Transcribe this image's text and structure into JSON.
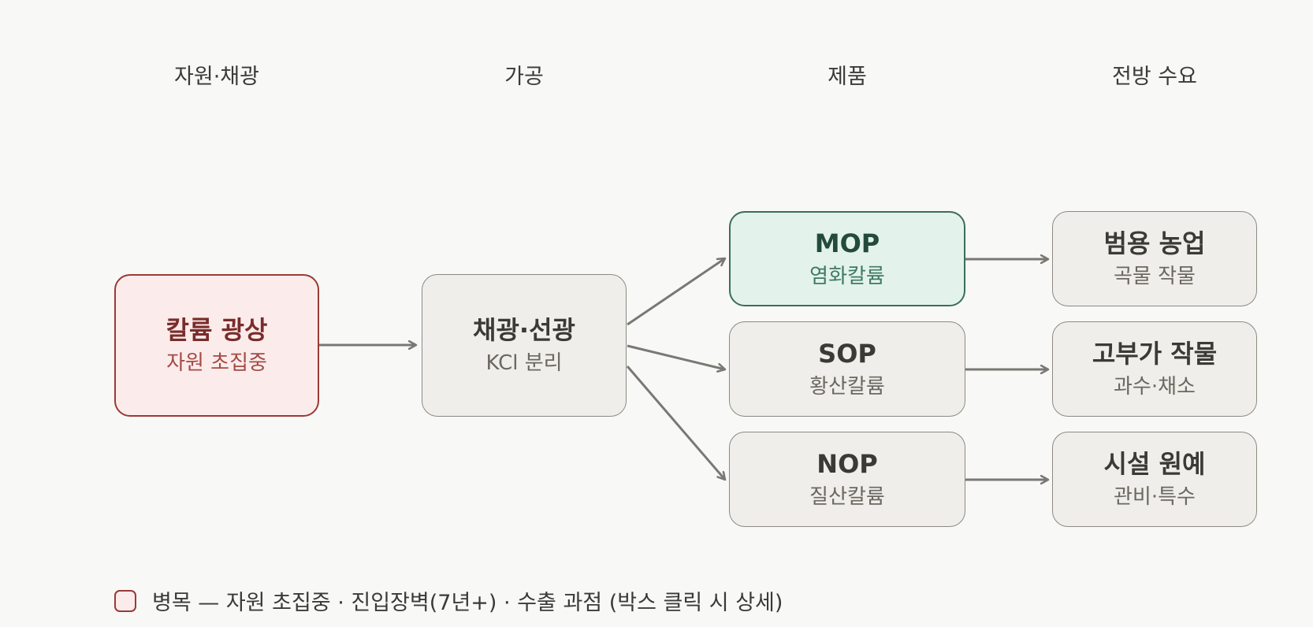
{
  "stages": [
    "자원·채광",
    "가공",
    "제품",
    "전방 수요"
  ],
  "nodes": {
    "ore": {
      "title": "칼륨 광상",
      "sub": "자원 초집중"
    },
    "mining": {
      "title": "채광·선광",
      "sub": "KCl 분리"
    },
    "mop": {
      "title": "MOP",
      "sub": "염화칼륨"
    },
    "sop": {
      "title": "SOP",
      "sub": "황산칼륨"
    },
    "nop": {
      "title": "NOP",
      "sub": "질산칼륨"
    },
    "general_ag": {
      "title": "범용 농업",
      "sub": "곡물 작물"
    },
    "high_value": {
      "title": "고부가 작물",
      "sub": "과수·채소"
    },
    "greenhouse": {
      "title": "시설 원예",
      "sub": "관비·특수"
    }
  },
  "legend": {
    "text": "병목 — 자원 초집중 · 진입장벽(7년+) · 수출 과점 (박스 클릭 시 상세)"
  },
  "colors": {
    "bottleneck_border": "#9a3a36",
    "bottleneck_fill": "#fbeceb",
    "highlight_border": "#3a6e5a",
    "highlight_fill": "#e3f3ec",
    "neutral_fill": "#efeeea",
    "edge": "#7a7872"
  }
}
